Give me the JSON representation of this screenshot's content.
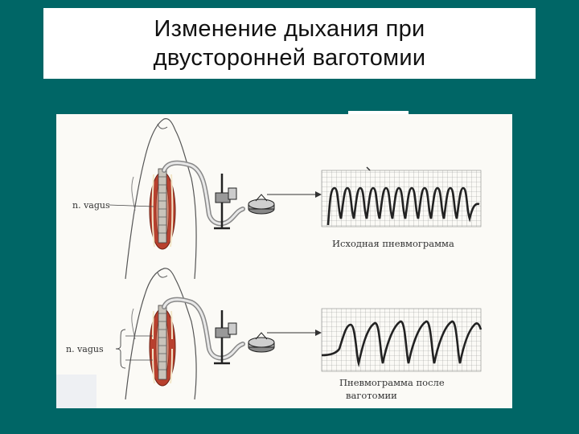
{
  "slide": {
    "title_line1": "Изменение дыхания при",
    "title_line2": "двусторонней ваготомии"
  },
  "figure": {
    "top_panel": {
      "nerve_label": "n. vagus",
      "caption": "Исходная пневмограмма"
    },
    "bottom_panel": {
      "nerve_label": "n. vagus",
      "caption_line1": "Пневмограмма  после",
      "caption_line2": "ваготомии"
    }
  },
  "colors": {
    "background": "#006666",
    "title_box": "#ffffff",
    "tissue": "#b8402e",
    "trace": "#222222"
  }
}
